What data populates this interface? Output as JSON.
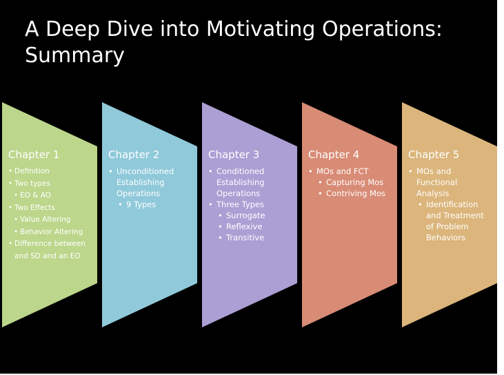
{
  "slide": {
    "title_line1": "A Deep Dive into Motivating Operations:",
    "title_line2": "Summary"
  },
  "colors": {
    "background": "#000000",
    "chapter1": "#bcd68b",
    "chapter2": "#8fc9da",
    "chapter3": "#ab9fd4",
    "chapter4": "#d88b75",
    "chapter5": "#dbb57b"
  },
  "chapters": [
    {
      "heading": "Chapter 1",
      "bullets": [
        {
          "text": "Definition",
          "level": 1
        },
        {
          "text": "Two types",
          "level": 1
        },
        {
          "text": "EO & AO",
          "level": 2
        },
        {
          "text": "Two Effects",
          "level": 1
        },
        {
          "text": "Value Altering",
          "level": 2
        },
        {
          "text": "Behavior Altering",
          "level": 2
        },
        {
          "text": "Difference between and SD and an EO",
          "level": 1
        }
      ]
    },
    {
      "heading": "Chapter 2",
      "bullets": [
        {
          "text": "Unconditioned Establishing Operations",
          "level": 1
        },
        {
          "text": "9 Types",
          "level": 2
        }
      ]
    },
    {
      "heading": "Chapter 3",
      "bullets": [
        {
          "text": "Conditioned Establishing Operations",
          "level": 1
        },
        {
          "text": "Three Types",
          "level": 1
        },
        {
          "text": "Surrogate",
          "level": 2
        },
        {
          "text": "Reflexive",
          "level": 2
        },
        {
          "text": "Transitive",
          "level": 2
        }
      ]
    },
    {
      "heading": "Chapter 4",
      "bullets": [
        {
          "text": "MOs and FCT",
          "level": 1
        },
        {
          "text": "Capturing Mos",
          "level": 2
        },
        {
          "text": "Contriving Mos",
          "level": 2
        }
      ]
    },
    {
      "heading": "Chapter 5",
      "bullets": [
        {
          "text": "MOs and Functional Analysis",
          "level": 1
        },
        {
          "text": "Identification and Treatment of Problem Behaviors",
          "level": 2
        }
      ]
    }
  ]
}
